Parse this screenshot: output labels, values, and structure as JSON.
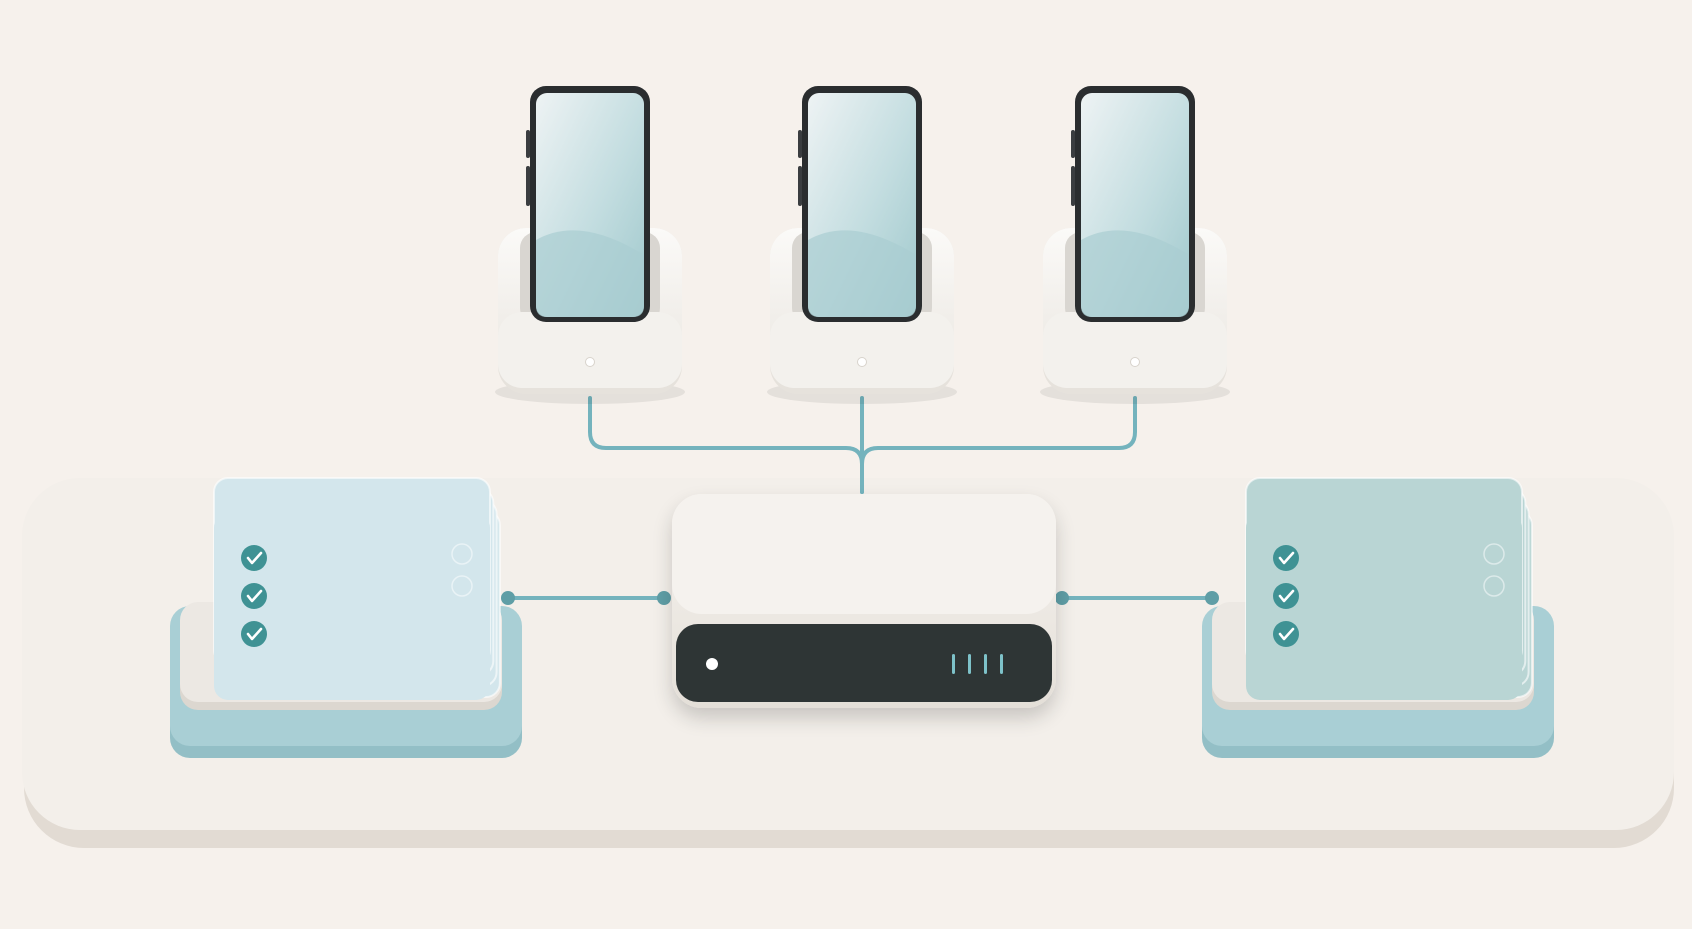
{
  "colors": {
    "background": "#f6f1ec",
    "platform": "#f3efea",
    "platform_shadow": "#ddd6ce",
    "dock": "#f4f2ee",
    "phone_frame": "#2a2d2f",
    "screen_light": "#e8eef0",
    "screen_teal": "#a9ccd0",
    "cable": "#74b3bd",
    "hub_body": "#efebe6",
    "hub_panel": "#2f3436",
    "hub_led": "#ffffff",
    "hub_indicator": "#7ec2c9",
    "card_left": "#d3e6ec",
    "card_right": "#b9d5d4",
    "tray_base": "#a9cfd5",
    "tray_top": "#ece8e3",
    "check_badge": "#3f9294",
    "check_mark": "#ffffff"
  },
  "icons": {
    "dock_led": "status-led-icon",
    "check": "check-circle-icon",
    "hub_indicator": "signal-bars-icon"
  },
  "scene": {
    "phones": [
      {
        "name": "phone-device-left",
        "dock": "dock-left"
      },
      {
        "name": "phone-device-center",
        "dock": "dock-center"
      },
      {
        "name": "phone-device-right",
        "dock": "dock-right"
      }
    ],
    "card_stacks": [
      {
        "name": "card-stack-left",
        "checks": 3,
        "variant": "card_left"
      },
      {
        "name": "card-stack-right",
        "checks": 3,
        "variant": "card_right"
      }
    ],
    "hub": {
      "name": "network-hub",
      "indicator_bars": 4
    }
  }
}
